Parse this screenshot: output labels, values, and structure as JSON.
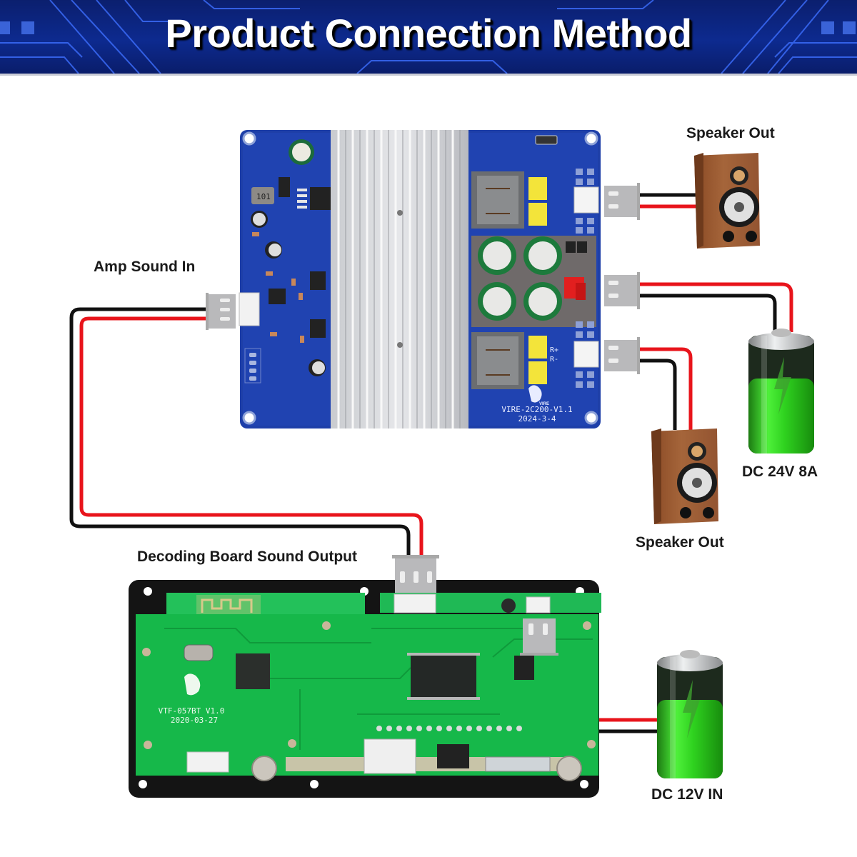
{
  "title": "Product Connection Method",
  "labels": {
    "amp_sound_in": "Amp Sound In",
    "speaker_out_top": "Speaker Out",
    "speaker_out_bottom": "Speaker Out",
    "dc_24v": "DC 24V 8A",
    "decoding_output": "Decoding Board Sound Output",
    "dc_12v": "DC 12V IN"
  },
  "amp_board": {
    "model": "VIRE-2C200-V1.1",
    "date": "2024-3-4",
    "inductor_marking": "101",
    "terminal_labels": [
      "R+",
      "R-"
    ],
    "color": "#1e3fa8"
  },
  "decoder_board": {
    "model": "VTF-057BT  V1.0",
    "date": "2020-03-27",
    "color": "#16b84a"
  },
  "wire_colors": {
    "positive": "#e8141b",
    "negative": "#111111"
  }
}
